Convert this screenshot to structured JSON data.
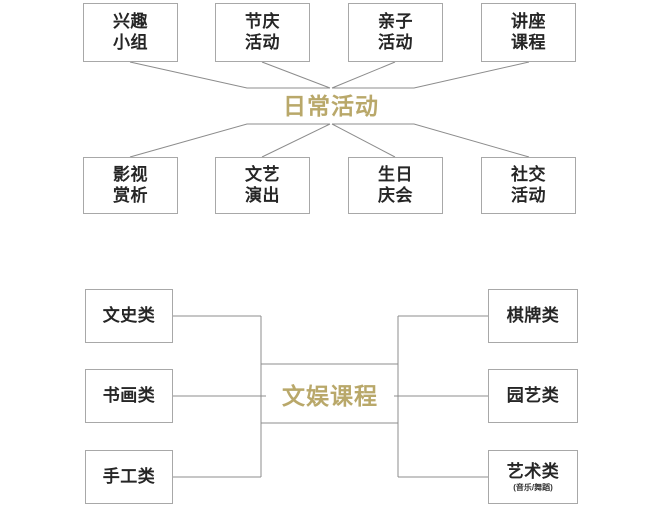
{
  "page": {
    "background_color": "#ffffff",
    "box_border_color": "#a8a8a8",
    "line_color": "#8c8c8c",
    "hub_text_color": "#b9a86a",
    "node_text_color": "#262626"
  },
  "diagram_top": {
    "hub_label": "日常活动",
    "top_row": [
      {
        "line1": "兴趣",
        "line2": "小组"
      },
      {
        "line1": "节庆",
        "line2": "活动"
      },
      {
        "line1": "亲子",
        "line2": "活动"
      },
      {
        "line1": "讲座",
        "line2": "课程"
      }
    ],
    "bottom_row": [
      {
        "line1": "影视",
        "line2": "赏析"
      },
      {
        "line1": "文艺",
        "line2": "演出"
      },
      {
        "line1": "生日",
        "line2": "庆会"
      },
      {
        "line1": "社交",
        "line2": "活动"
      }
    ]
  },
  "diagram_bottom": {
    "hub_label": "文娱课程",
    "left_column": [
      {
        "line1": "文史类"
      },
      {
        "line1": "书画类"
      },
      {
        "line1": "手工类"
      }
    ],
    "right_column": [
      {
        "line1": "棋牌类"
      },
      {
        "line1": "园艺类"
      },
      {
        "line1": "艺术类",
        "sub": "(音乐/舞蹈)"
      }
    ]
  }
}
